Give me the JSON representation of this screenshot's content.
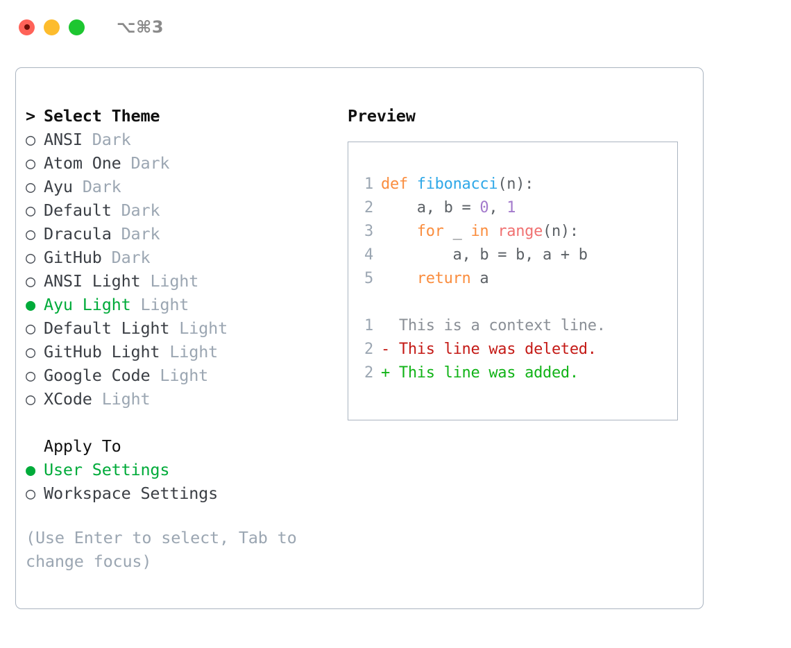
{
  "titlebar": {
    "shortcut": "⌥⌘3",
    "controls": [
      {
        "name": "close",
        "color": "#ff6258"
      },
      {
        "name": "minimize",
        "color": "#fdbc2d"
      },
      {
        "name": "zoom",
        "color": "#1dc630"
      }
    ]
  },
  "theme_section": {
    "marker": ">",
    "title": "Select Theme",
    "options": [
      {
        "bullet": "○",
        "label": "ANSI",
        "tag": "Dark",
        "selected": false
      },
      {
        "bullet": "○",
        "label": "Atom One",
        "tag": "Dark",
        "selected": false
      },
      {
        "bullet": "○",
        "label": "Ayu",
        "tag": "Dark",
        "selected": false
      },
      {
        "bullet": "○",
        "label": "Default",
        "tag": "Dark",
        "selected": false
      },
      {
        "bullet": "○",
        "label": "Dracula",
        "tag": "Dark",
        "selected": false
      },
      {
        "bullet": "○",
        "label": "GitHub",
        "tag": "Dark",
        "selected": false
      },
      {
        "bullet": "○",
        "label": "ANSI Light",
        "tag": "Light",
        "selected": false
      },
      {
        "bullet": "●",
        "label": "Ayu Light",
        "tag": "Light",
        "selected": true
      },
      {
        "bullet": "○",
        "label": "Default Light",
        "tag": "Light",
        "selected": false
      },
      {
        "bullet": "○",
        "label": "GitHub Light",
        "tag": "Light",
        "selected": false
      },
      {
        "bullet": "○",
        "label": "Google Code",
        "tag": "Light",
        "selected": false
      },
      {
        "bullet": "○",
        "label": "XCode",
        "tag": "Light",
        "selected": false
      }
    ]
  },
  "apply_section": {
    "title": "Apply To",
    "options": [
      {
        "bullet": "●",
        "label": "User Settings",
        "selected": true
      },
      {
        "bullet": "○",
        "label": "Workspace Settings",
        "selected": false
      }
    ]
  },
  "hint": "(Use Enter to select, Tab to change focus)",
  "preview": {
    "title": "Preview",
    "code_lines": [
      {
        "number": "1",
        "tokens": [
          {
            "text": "def",
            "kind": "kw"
          },
          {
            "text": " ",
            "kind": "plain"
          },
          {
            "text": "fibonacci",
            "kind": "fn"
          },
          {
            "text": "(n):",
            "kind": "plain"
          }
        ]
      },
      {
        "number": "2",
        "tokens": [
          {
            "text": "    a, b = ",
            "kind": "plain"
          },
          {
            "text": "0",
            "kind": "num"
          },
          {
            "text": ", ",
            "kind": "plain"
          },
          {
            "text": "1",
            "kind": "num"
          }
        ]
      },
      {
        "number": "3",
        "tokens": [
          {
            "text": "    ",
            "kind": "plain"
          },
          {
            "text": "for",
            "kind": "kw"
          },
          {
            "text": " _ ",
            "kind": "plain"
          },
          {
            "text": "in",
            "kind": "kw"
          },
          {
            "text": " ",
            "kind": "plain"
          },
          {
            "text": "range",
            "kind": "call"
          },
          {
            "text": "(n):",
            "kind": "plain"
          }
        ]
      },
      {
        "number": "4",
        "tokens": [
          {
            "text": "        a, b = b, a + b",
            "kind": "plain"
          }
        ]
      },
      {
        "number": "5",
        "tokens": [
          {
            "text": "    ",
            "kind": "plain"
          },
          {
            "text": "return",
            "kind": "kw"
          },
          {
            "text": " a",
            "kind": "plain"
          }
        ]
      }
    ],
    "diff_lines": [
      {
        "number": "1",
        "marker": " ",
        "text": " This is a context line.",
        "kind": "ctx"
      },
      {
        "number": "2",
        "marker": "-",
        "text": " This line was deleted.",
        "kind": "del"
      },
      {
        "number": "2",
        "marker": "+",
        "text": " This line was added.",
        "kind": "add"
      }
    ]
  },
  "colors": {
    "accent_green": "#00ab3a",
    "muted": "#9ba6b2",
    "border": "#aab4c0",
    "keyword": "#fa8d3e",
    "function": "#2fa8e8",
    "number": "#a37acc",
    "call": "#f07171",
    "plain": "#5c6166",
    "diff_deleted": "#c41a16",
    "diff_added": "#11b317"
  }
}
